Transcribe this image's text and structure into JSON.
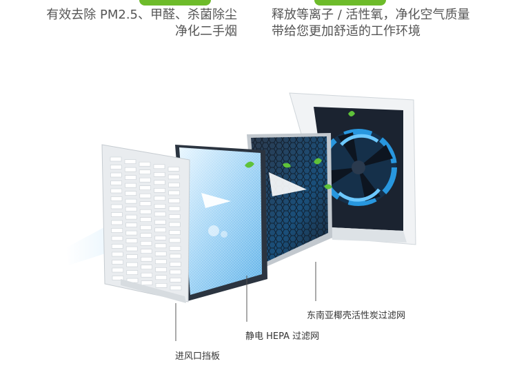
{
  "captions": {
    "left": {
      "line1": "有效去除 PM2.5、甲醛、杀菌除尘",
      "line2": "净化二手烟"
    },
    "right": {
      "line1": "释放等离子 / 活性氧，净化空气质量",
      "line2": "带给您更加舒适的工作环境"
    }
  },
  "labels": {
    "grille": "进风口挡板",
    "hepa": "静电 HEPA 过滤网",
    "carbon": "东南亚椰壳活性炭过滤网"
  },
  "colors": {
    "accent_green": "#6dbb2a",
    "airflow_blue": "#2aa3f0",
    "leaf_green": "#5fc23a",
    "carbon_dark": "#1d2836"
  }
}
